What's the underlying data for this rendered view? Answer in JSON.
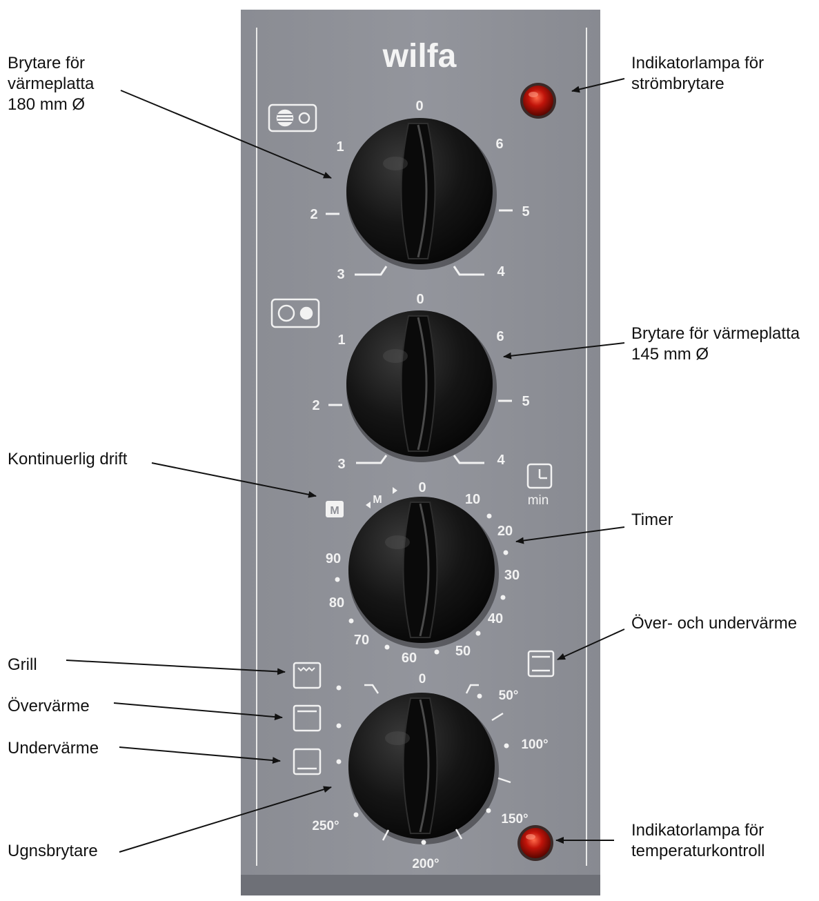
{
  "brand": "wilfa",
  "callouts": {
    "hotplate_180": "Brytare för\nvärmeplatta\n180 mm Ø",
    "power_lamp": "Indikatorlampa för\nströmbrytare",
    "hotplate_145": "Brytare för värmeplatta\n145 mm Ø",
    "continuous": "Kontinuerlig drift",
    "timer": "Timer",
    "top_bottom_heat": "Över- och undervärme",
    "grill": "Grill",
    "top_heat": "Övervärme",
    "bottom_heat": "Undervärme",
    "oven_switch": "Ugnsbrytare",
    "temp_lamp": "Indikatorlampa för\ntemperaturkontroll"
  },
  "dials": {
    "hotplate1": {
      "zero": "0",
      "l1": "1",
      "l2": "2",
      "l3": "3",
      "l4": "4",
      "l5": "5",
      "l6": "6"
    },
    "hotplate2": {
      "zero": "0",
      "l1": "1",
      "l2": "2",
      "l3": "3",
      "l4": "4",
      "l5": "5",
      "l6": "6"
    },
    "timer": {
      "zero": "0",
      "m": "M",
      "t10": "10",
      "t20": "20",
      "t30": "30",
      "t40": "40",
      "t50": "50",
      "t60": "60",
      "t70": "70",
      "t80": "80",
      "t90": "90",
      "unit": "min",
      "m_badge": "M"
    },
    "oven": {
      "zero": "0",
      "t50": "50°",
      "t100": "100°",
      "t150": "150°",
      "t200": "200°",
      "t250": "250°"
    }
  },
  "colors": {
    "panel": "#8e9097",
    "knob": "#141414",
    "lamp": "#c0140a",
    "label_on_panel": "#f2f2f2",
    "arrow": "#111111"
  }
}
